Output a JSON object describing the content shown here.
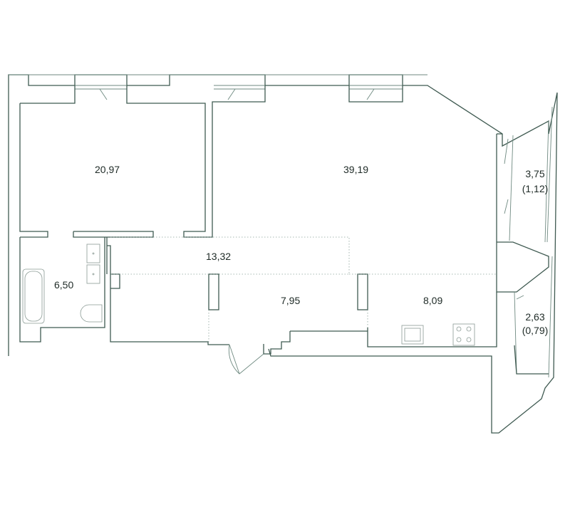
{
  "rooms": {
    "bedroom": {
      "area": "20,97"
    },
    "living_room": {
      "area": "39,19"
    },
    "corridor": {
      "area": "13,32"
    },
    "bathroom": {
      "area": "6,50"
    },
    "hall": {
      "area": "7,95"
    },
    "kitchen": {
      "area": "8,09"
    },
    "balcony_upper": {
      "area": "3,75",
      "area_reduced": "(1,12)"
    },
    "balcony_lower": {
      "area": "2,63",
      "area_reduced": "(0,79)"
    }
  },
  "colors": {
    "wall": "#3f5a51",
    "text": "#1e2a26",
    "fixture": "#8a9a94"
  }
}
